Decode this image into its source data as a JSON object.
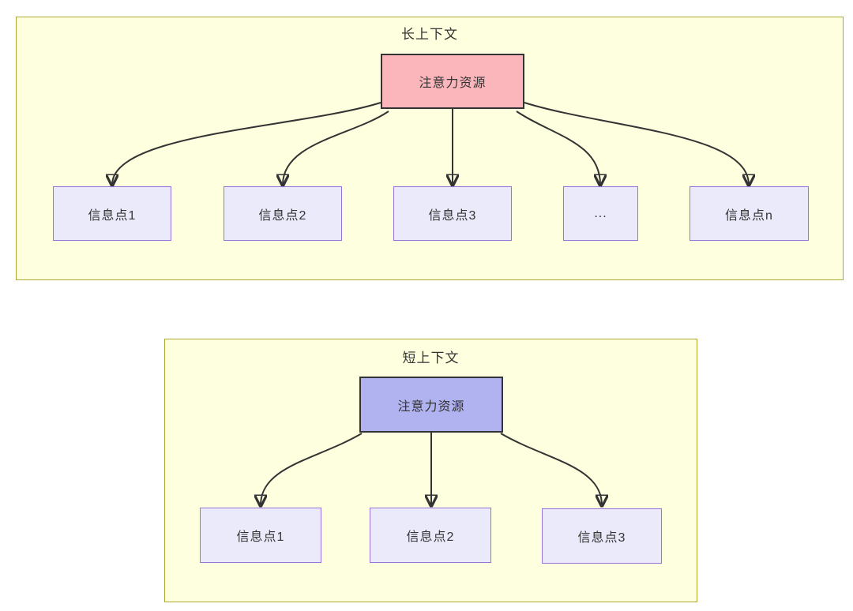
{
  "diagram": {
    "type": "flowchart",
    "colors": {
      "panel_fill": "#feffde",
      "panel_border": "#aaaa33",
      "attention_long_fill": "#fbb6bc",
      "attention_short_fill": "#b1b2f0",
      "attention_border": "#333333",
      "info_fill": "#eaeafb",
      "info_border": "#9673db",
      "edge_stroke": "#333333",
      "text": "#333333"
    },
    "panels": [
      {
        "title": "长上下文",
        "attention": {
          "label": "注意力资源"
        },
        "children": [
          {
            "label": "信息点1"
          },
          {
            "label": "信息点2"
          },
          {
            "label": "信息点3"
          },
          {
            "label": "..."
          },
          {
            "label": "信息点n"
          }
        ]
      },
      {
        "title": "短上下文",
        "attention": {
          "label": "注意力资源"
        },
        "children": [
          {
            "label": "信息点1"
          },
          {
            "label": "信息点2"
          },
          {
            "label": "信息点3"
          }
        ]
      }
    ]
  }
}
